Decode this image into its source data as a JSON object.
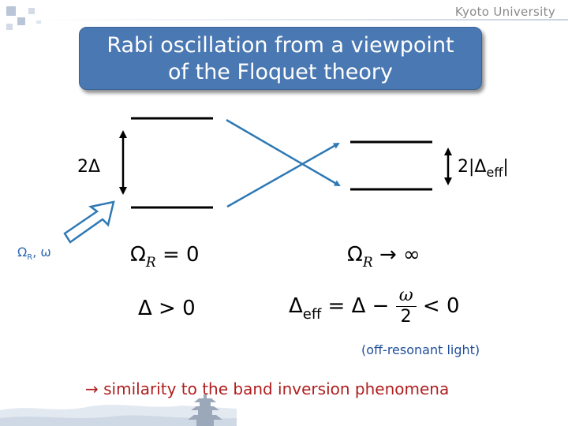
{
  "header": {
    "institution": "Kyoto University",
    "title_line1": "Rabi oscillation from a viewpoint",
    "title_line2": "of the Floquet theory"
  },
  "diagram": {
    "left_gap_label": "2Δ",
    "right_gap_label_prefix": "2|Δ",
    "right_gap_label_sub": "eff",
    "right_gap_label_suffix": "|",
    "light_label_omega": "Ω",
    "light_label_sub": "R",
    "light_label_rest": ", ω"
  },
  "equations": {
    "left_omega_sym": "Ω",
    "left_omega_sub": "R",
    "left_omega_rest": " = 0",
    "left_delta": "Δ > 0",
    "right_omega_sym": "Ω",
    "right_omega_sub": "R",
    "right_omega_rest": " → ∞",
    "right_delta_lhs": "Δ",
    "right_delta_sub": "eff",
    "right_delta_mid": " = Δ − ",
    "frac_num": "ω",
    "frac_den": "2",
    "right_delta_end": " < 0"
  },
  "note": "(off-resonant light)",
  "conclusion": "→ similarity to the band inversion phenomena",
  "colors": {
    "title_bg": "#4a78b2",
    "arrow_blue": "#2e79b5",
    "conclusion_red": "#b01e1e"
  }
}
